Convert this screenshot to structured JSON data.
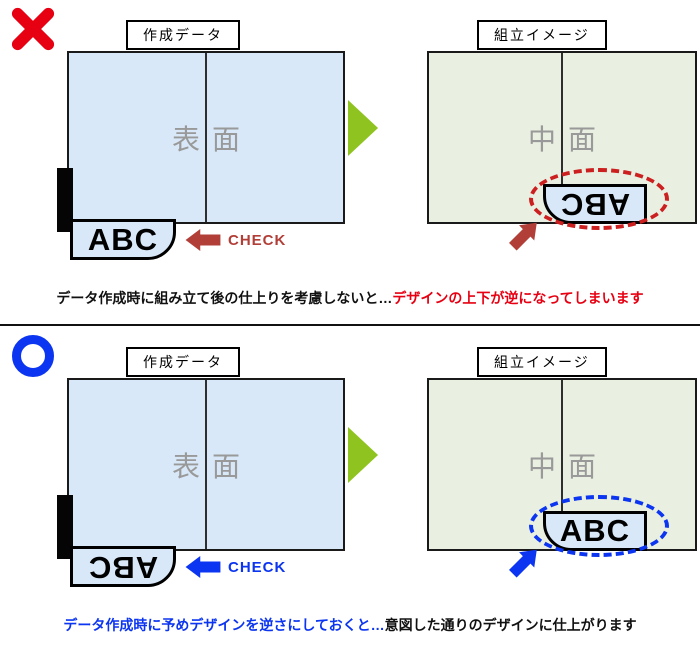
{
  "colors": {
    "red": "#e60012",
    "brick_red": "#b23e38",
    "ellipse_red": "#cc1f1f",
    "blue": "#0b35f0",
    "green": "#8fc31f",
    "paper_blue": "#d8e8f8",
    "paper_green": "#e9efe1",
    "gray": "#999999"
  },
  "icons": {
    "bad_mark": "cross-mark-icon",
    "good_mark": "circle-mark-icon",
    "check_arrow": "left-arrow-icon",
    "transition_arrow": "right-triangle-icon",
    "pointer_arrow": "up-right-arrow-icon"
  },
  "rows": [
    {
      "result": "incorrect",
      "data_label": "作成データ",
      "assembly_label": "組立イメージ",
      "front_text": "表面",
      "inside_text": "中面",
      "flap_text": "ABC",
      "check_text": "CHECK",
      "caption_lead": "データ作成時に組み立て後の仕上りを考慮しないと…",
      "caption_emphasis": "デザインの上下が逆になってしまいます"
    },
    {
      "result": "correct",
      "data_label": "作成データ",
      "assembly_label": "組立イメージ",
      "front_text": "表面",
      "inside_text": "中面",
      "flap_text": "ABC",
      "check_text": "CHECK",
      "caption_lead": "データ作成時に予めデザインを逆さにしておくと…",
      "caption_emphasis": "意図した通りのデザインに仕上がります"
    }
  ]
}
